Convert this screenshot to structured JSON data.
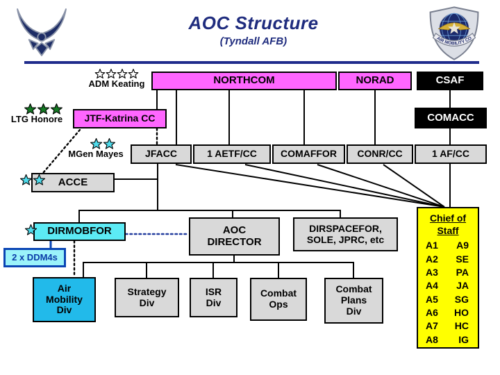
{
  "title": "AOC Structure",
  "subtitle": "(Tyndall AFB)",
  "badge_text": "AIR MOBILITY COMMAND",
  "officers": {
    "keating": {
      "name": "ADM Keating",
      "stars": 4,
      "star_style": "white-outline"
    },
    "honore": {
      "name": "LTG Honore",
      "stars": 3,
      "star_style": "green"
    },
    "mayes": {
      "name": "MGen Mayes",
      "stars": 2,
      "star_style": "cyan"
    }
  },
  "boxes": {
    "northcom": "NORTHCOM",
    "norad": "NORAD",
    "csaf": "CSAF",
    "jtf_katrina": "JTF-Katrina CC",
    "comacc": "COMACC",
    "jfacc": "JFACC",
    "aetf": "1 AETF/CC",
    "comaffor": "COMAFFOR",
    "conr": "CONR/CC",
    "af1": "1 AF/CC",
    "acce": "ACCE",
    "dirmobfor": "DIRMOBFOR",
    "ddm4s": "2 x DDM4s",
    "aoc_director": "AOC DIRECTOR",
    "dirspacefor": "DIRSPACEFOR, SOLE, JPRC, etc",
    "air_mobility_div": "Air Mobility Div",
    "strategy_div": "Strategy Div",
    "isr_div": "ISR Div",
    "combat_ops": "Combat Ops",
    "combat_plans_div": "Combat Plans Div"
  },
  "chief_of_staff": {
    "title": "Chief of Staff",
    "rows": [
      [
        "A1",
        "A9"
      ],
      [
        "A2",
        "SE"
      ],
      [
        "A3",
        "PA"
      ],
      [
        "A4",
        "JA"
      ],
      [
        "A5",
        "SG"
      ],
      [
        "A6",
        "HO"
      ],
      [
        "A7",
        "HC"
      ],
      [
        "A8",
        "IG"
      ]
    ]
  },
  "colors": {
    "magenta": "#FF66FF",
    "cyan_box": "#5CEBF5",
    "blue_box": "#22BAEA",
    "yellow_box": "#FFFF00",
    "gray_box": "#D9D9D9",
    "navy": "#1F2C7E",
    "green_star": "#157A24",
    "cyan_star": "#4FDCEC",
    "ddm4_blue": "#0A45B4"
  }
}
